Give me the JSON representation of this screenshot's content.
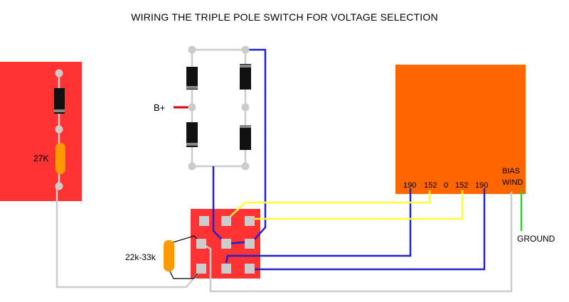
{
  "title": "WIRING THE TRIPLE POLE SWITCH FOR VOLTAGE SELECTION",
  "labels": {
    "bplus": "B+",
    "resistor_27k": "27K",
    "resistor_22k33k": "22k-33k",
    "tap_190_left": "190",
    "tap_152_left": "152",
    "tap_0": "0",
    "tap_152_right": "152",
    "tap_190_right": "190",
    "bias_line1": "BIAS",
    "bias_line2": "WIND",
    "ground": "GROUND"
  },
  "colors": {
    "red_board": "#ff3333",
    "orange_transformer": "#ff6600",
    "blue_wire": "#2222cc",
    "yellow_wire": "#ffff33",
    "green_wire": "#33cc33",
    "grey_wire": "#cccccc",
    "bplus_wire": "#dd0000",
    "resistor": "#ff9900",
    "diode": "#111111"
  }
}
